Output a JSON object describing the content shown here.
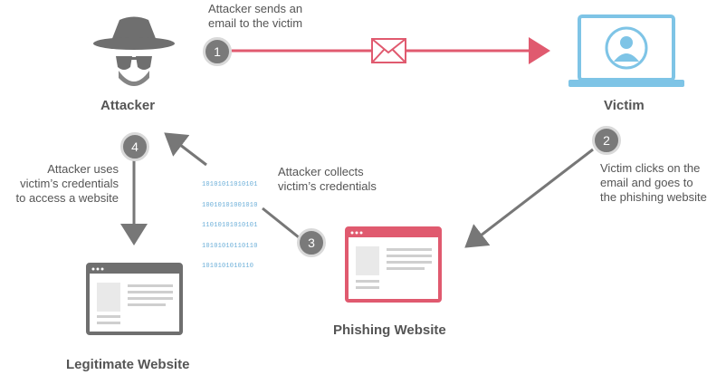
{
  "nodes": {
    "attacker": {
      "label": "Attacker"
    },
    "victim": {
      "label": "Victim"
    },
    "phishing": {
      "label": "Phishing Website"
    },
    "legit": {
      "label": "Legitimate Website"
    }
  },
  "steps": [
    {
      "number": "1",
      "text_lines": [
        "Attacker sends an",
        "email to the victim"
      ]
    },
    {
      "number": "2",
      "text_lines": [
        "Victim clicks on the",
        "email and goes to",
        "the phishing website"
      ]
    },
    {
      "number": "3",
      "text_lines": [
        "Attacker collects",
        "victim’s credentials"
      ]
    },
    {
      "number": "4",
      "text_lines": [
        "Attacker uses",
        "victim’s credentials",
        "to access a website"
      ]
    }
  ],
  "binary_lines": [
    "10101011010101",
    "10010101001010",
    "11010101010101",
    "10101010110110",
    "1010101010110"
  ],
  "colors": {
    "accent_red": "#e05a6f",
    "victim_blue": "#7ec4e6",
    "gray": "#6f6f6f",
    "arrow_gray": "#777777",
    "text": "#555555"
  },
  "icons": {
    "attacker": "spy-hat-sunglasses-icon",
    "victim": "laptop-user-icon",
    "email": "envelope-icon",
    "phishing": "browser-window-icon",
    "legit": "browser-window-icon"
  }
}
